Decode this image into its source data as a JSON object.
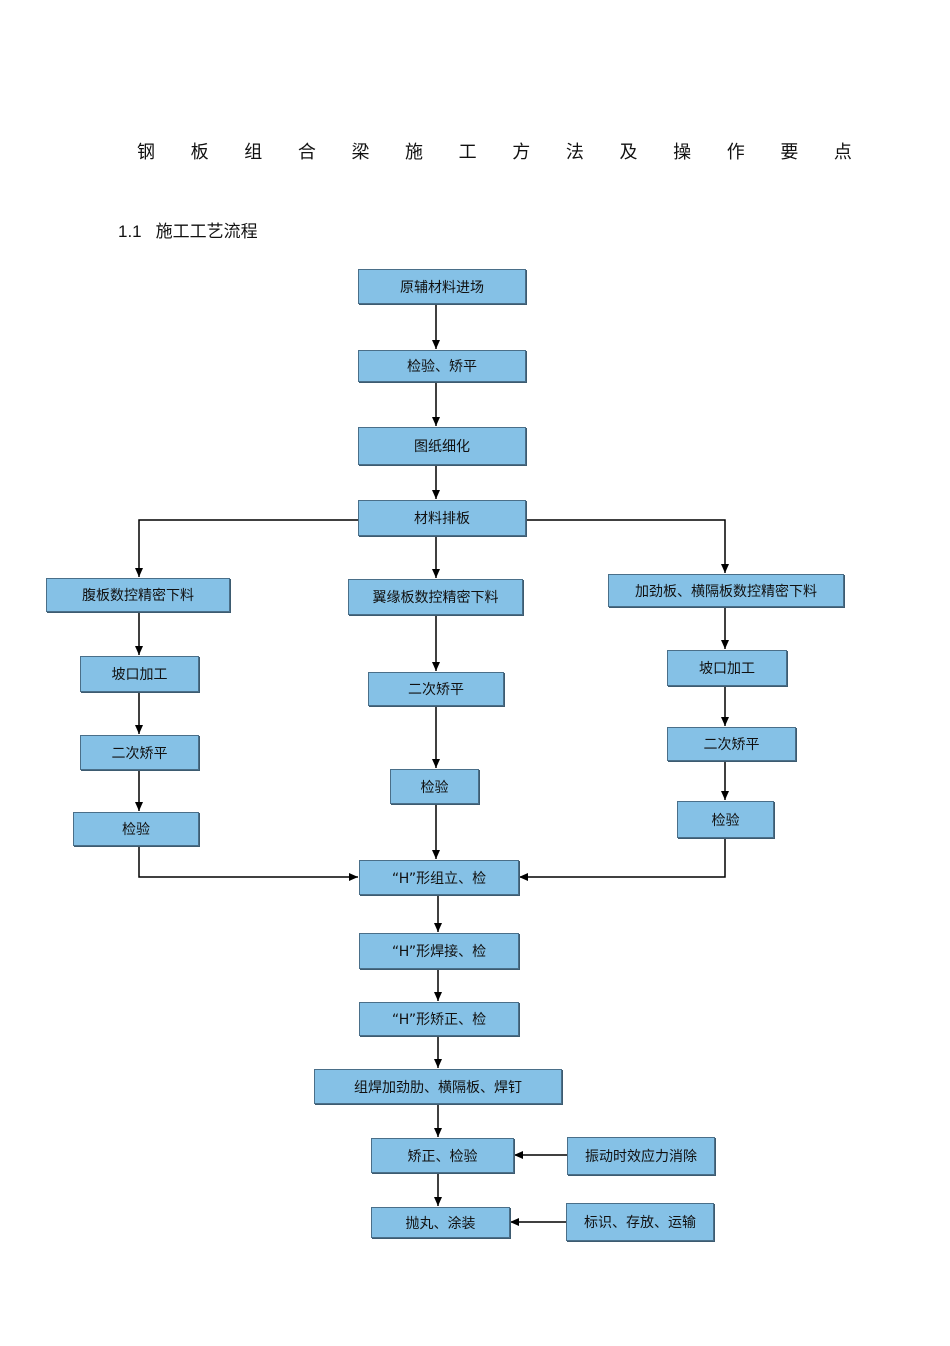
{
  "page": {
    "title_chars": [
      "钢",
      "板",
      "组",
      "合",
      "梁",
      "施",
      "工",
      "方",
      "法",
      "及",
      "操",
      "作",
      "要",
      "点"
    ],
    "section_number": "1.1",
    "section_title": "施工工艺流程"
  },
  "flowchart": {
    "nodes": {
      "raw_material": "原辅材料进场",
      "inspect_flatten": "检验、矫平",
      "drawing_detail": "图纸细化",
      "material_layout": "材料排板",
      "web_cnc": "腹板数控精密下料",
      "flange_cnc": "翼缘板数控精密下料",
      "stiffener_cnc": "加劲板、横隔板数控精密下料",
      "web_bevel": "坡口加工",
      "web_flatten2": "二次矫平",
      "web_inspect": "检验",
      "flange_flatten2": "二次矫平",
      "flange_inspect": "检验",
      "stiffener_bevel": "坡口加工",
      "stiffener_flatten2": "二次矫平",
      "stiffener_inspect": "检验",
      "h_assemble": "“H”形组立、检",
      "h_weld": "“H”形焊接、检",
      "h_correct": "“H”形矫正、检",
      "weld_stiffeners": "组焊加劲肋、横隔板、焊钉",
      "correct_inspect": "矫正、检验",
      "vibration_relief": "振动时效应力消除",
      "shot_blast_paint": "抛丸、涂装",
      "mark_store_ship": "标识、存放、运输"
    },
    "colors": {
      "box_fill": "#85c1e6",
      "box_border": "#4a6f89",
      "arrow": "#000000"
    }
  }
}
